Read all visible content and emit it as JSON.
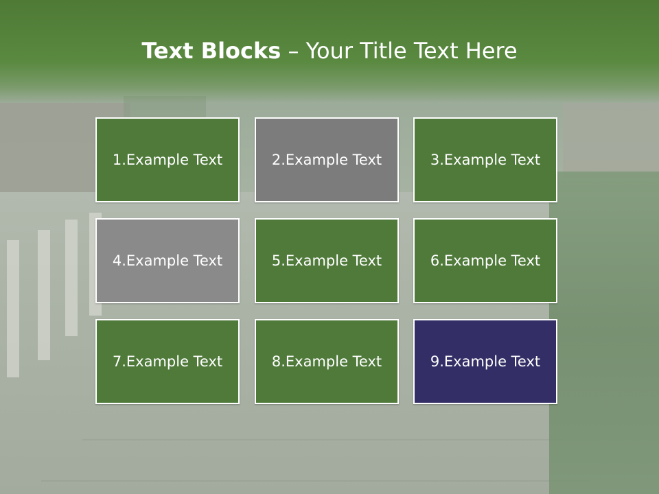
{
  "slide": {
    "title_bold": "Text Blocks",
    "title_sep": " – ",
    "title_rest": "Your Title Text Here"
  },
  "blocks": [
    {
      "label": "1.Example Text",
      "color": "#4f7a3a"
    },
    {
      "label": "2.Example Text",
      "color": "#7c7c7c"
    },
    {
      "label": "3.Example Text",
      "color": "#4f7a3a"
    },
    {
      "label": "4.Example Text",
      "color": "#8a8a8a"
    },
    {
      "label": "5.Example Text",
      "color": "#4f7a3a"
    },
    {
      "label": "6.Example Text",
      "color": "#4f7a3a"
    },
    {
      "label": "7.Example Text",
      "color": "#4f7a3a"
    },
    {
      "label": "8.Example Text",
      "color": "#4f7a3a"
    },
    {
      "label": "9.Example Text",
      "color": "#332f66"
    }
  ],
  "theme": {
    "header_green": "#5a8940",
    "block_green": "#4f7a3a",
    "block_gray": "#7c7c7c",
    "block_navy": "#332f66",
    "text": "#ffffff"
  }
}
